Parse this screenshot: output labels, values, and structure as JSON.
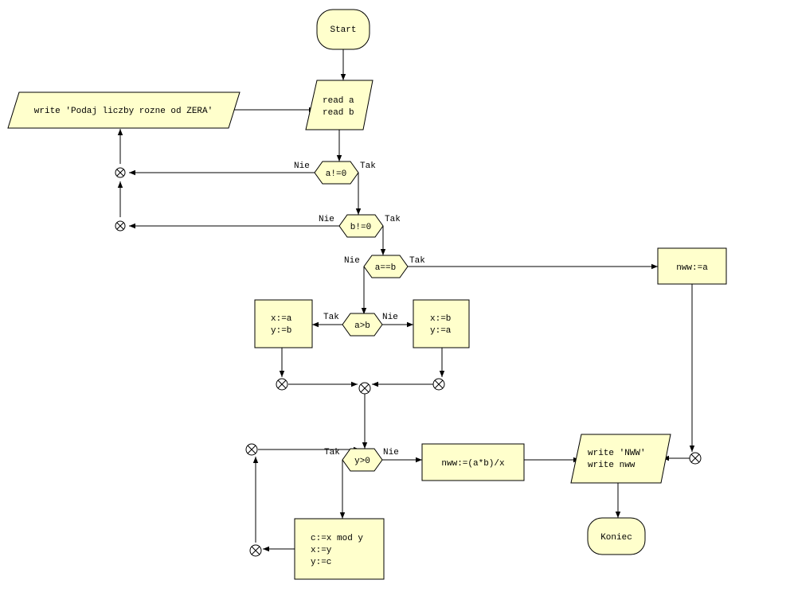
{
  "nodes": {
    "start": "Start",
    "read": [
      "read a",
      "read b"
    ],
    "write_prompt": "write 'Podaj liczby rozne od ZERA'",
    "cond_a": "a!=0",
    "cond_b": "b!=0",
    "cond_eq": "a==b",
    "nww_a": "nww:=a",
    "cond_gt": "a>b",
    "assign_left": [
      "x:=a",
      "y:=b"
    ],
    "assign_right": [
      "x:=b",
      "y:=a"
    ],
    "cond_y": "y>0",
    "nww_calc": "nww:=(a*b)/x",
    "write_out": [
      "write 'NWW'",
      "write nww"
    ],
    "loop_body": [
      "c:=x mod y",
      "x:=y",
      "y:=c"
    ],
    "end": "Koniec"
  },
  "labels": {
    "yes": "Tak",
    "no": "Nie"
  }
}
